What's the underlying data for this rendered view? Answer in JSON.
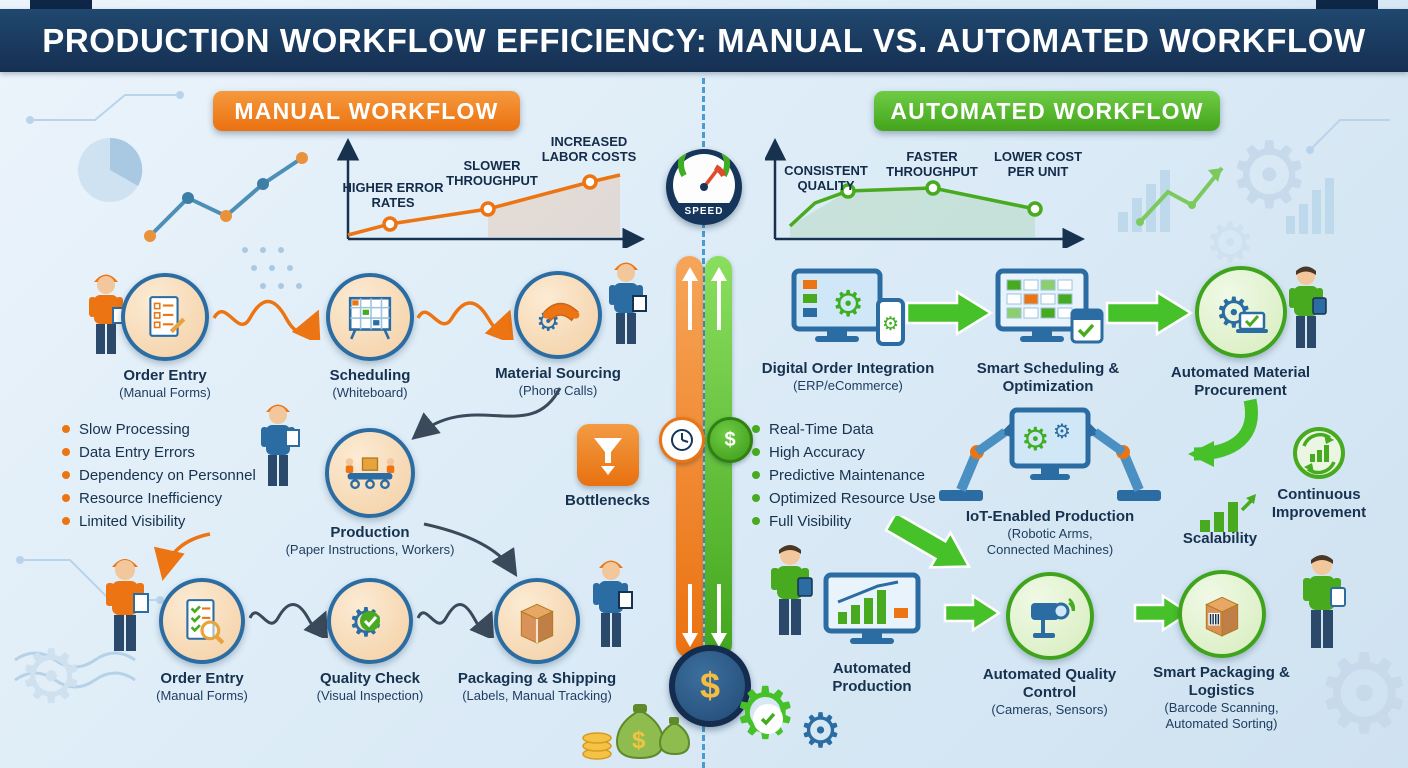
{
  "header": {
    "title": "PRODUCTION WORKFLOW EFFICIENCY: MANUAL VS. AUTOMATED WORKFLOW"
  },
  "colors": {
    "manual_accent": "#EC7412",
    "automated_accent": "#47AA1F",
    "header_navy": "#16355A",
    "text_navy": "#16324F",
    "background_blue": "#DDECF7"
  },
  "icons": {
    "gear": "⚙",
    "dollar": "$",
    "check": "✓"
  },
  "manual": {
    "badge": "MANUAL WORKFLOW",
    "trend_chart": {
      "type": "line",
      "labels": [
        "HIGHER ERROR RATES",
        "SLOWER THROUGHPUT",
        "INCREASED LABOR COSTS"
      ],
      "trend": "rising"
    },
    "row1": [
      {
        "title": "Order Entry",
        "subtitle": "(Manual Forms)",
        "icon": "paper-form-icon"
      },
      {
        "title": "Scheduling",
        "subtitle": "(Whiteboard)",
        "icon": "whiteboard-icon"
      },
      {
        "title": "Material Sourcing",
        "subtitle": "(Phone Calls)",
        "icon": "phone-gear-icon"
      }
    ],
    "drawbacks": [
      "Slow Processing",
      "Data Entry Errors",
      "Dependency on Personnel",
      "Resource Inefficiency",
      "Limited Visibility"
    ],
    "production": {
      "title": "Production",
      "subtitle": "(Paper Instructions, Workers)",
      "icon": "conveyor-icon"
    },
    "bottleneck_label": "Bottlenecks",
    "row3": [
      {
        "title": "Order Entry",
        "subtitle": "(Manual Forms)",
        "icon": "checklist-magnifier-icon"
      },
      {
        "title": "Quality Check",
        "subtitle": "(Visual Inspection)",
        "icon": "gear-check-icon"
      },
      {
        "title": "Packaging & Shipping",
        "subtitle": "(Labels, Manual Tracking)",
        "icon": "cardboard-box-icon"
      }
    ]
  },
  "center": {
    "speed_label": "SPEED"
  },
  "automated": {
    "badge": "AUTOMATED WORKFLOW",
    "trend_chart": {
      "type": "line",
      "labels": [
        "CONSISTENT QUALITY",
        "FASTER THROUGHPUT",
        "LOWER COST PER UNIT"
      ],
      "trend": "high-stable"
    },
    "row1": [
      {
        "title": "Digital Order Integration",
        "subtitle": "(ERP/eCommerce)",
        "icon": "erp-monitor-icon"
      },
      {
        "title": "Smart Scheduling & Optimization",
        "subtitle": "",
        "icon": "schedule-monitor-icon"
      },
      {
        "title": "Automated Material Procurement",
        "subtitle": "",
        "icon": "gear-laptop-icon"
      }
    ],
    "benefits": [
      "Real-Time Data",
      "High Accuracy",
      "Predictive Maintenance",
      "Optimized Resource Use",
      "Full Visibility"
    ],
    "production": {
      "title": "IoT-Enabled Production",
      "subtitle": "(Robotic Arms, Connected Machines)",
      "icon": "robotic-arms-icon"
    },
    "continuous_improvement_label": "Continuous Improvement",
    "scalability_label": "Scalability",
    "row3": [
      {
        "title": "Automated Production",
        "subtitle": "",
        "icon": "chart-monitor-icon"
      },
      {
        "title": "Automated Quality Control",
        "subtitle": "(Cameras, Sensors)",
        "icon": "camera-icon"
      },
      {
        "title": "Smart Packaging & Logistics",
        "subtitle": "(Barcode Scanning, Automated Sorting)",
        "icon": "barcode-box-icon"
      }
    ]
  }
}
